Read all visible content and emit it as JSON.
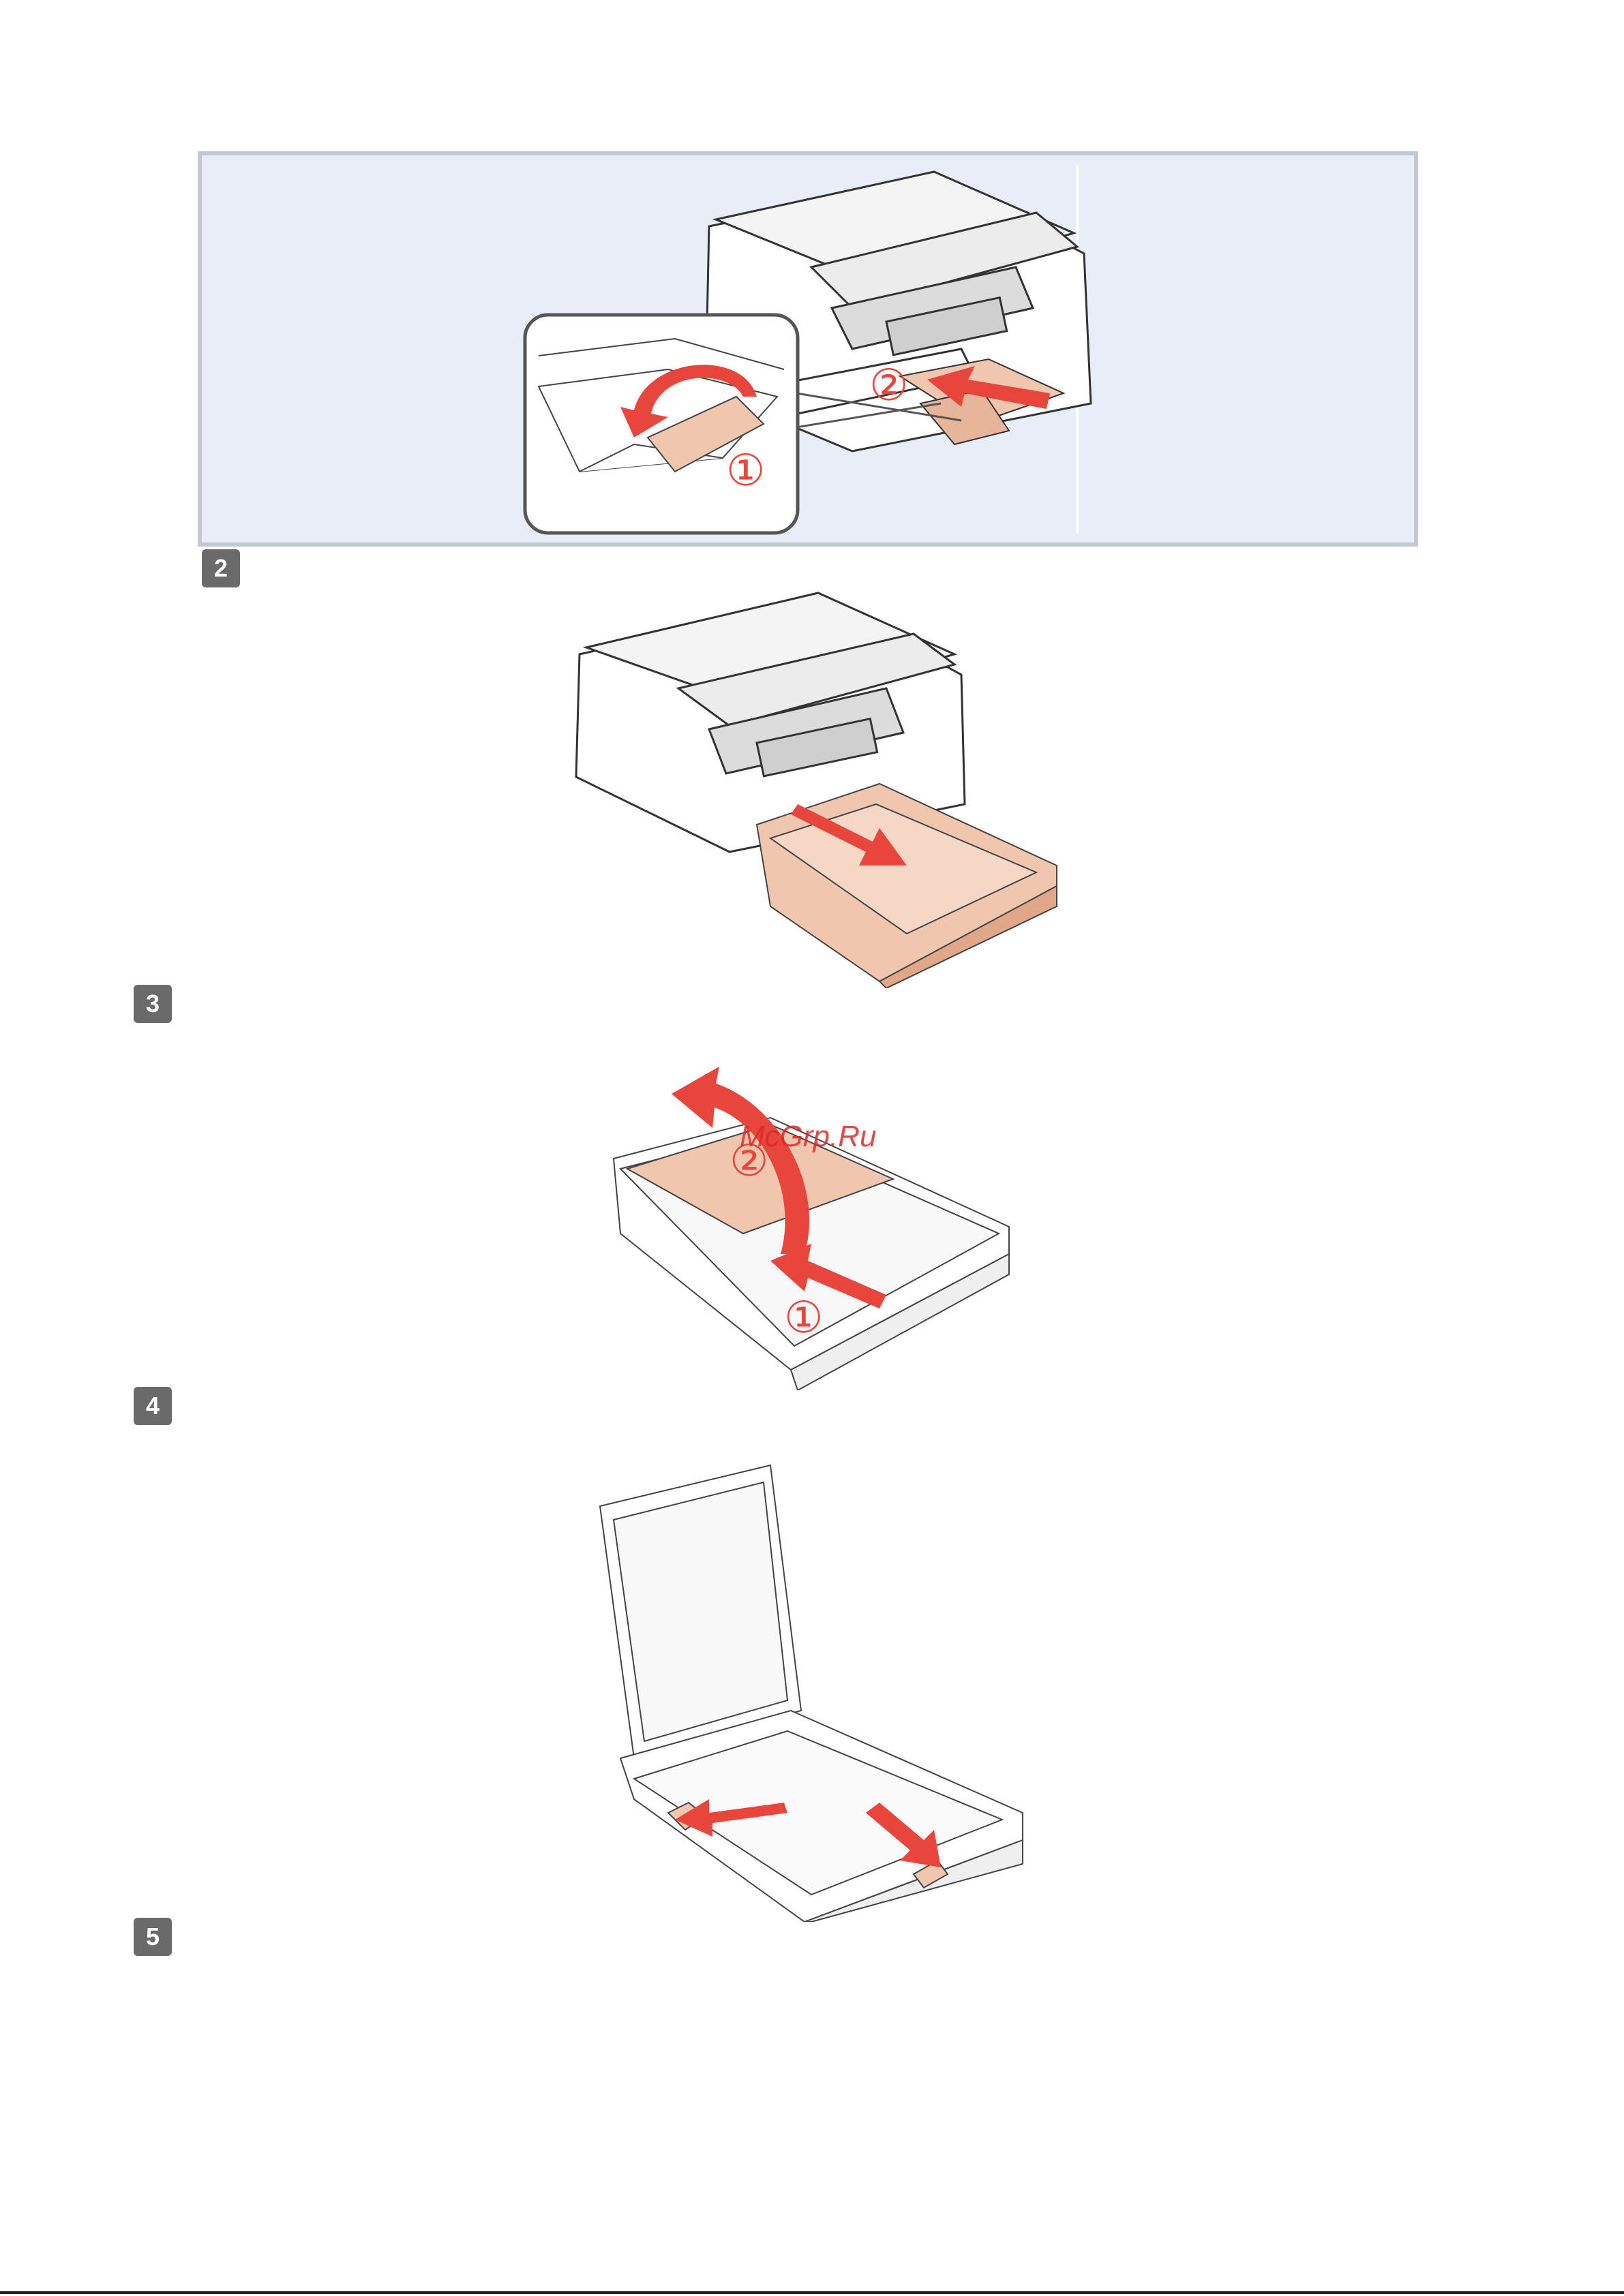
{
  "figure1": {
    "callout_1": "①",
    "callout_2": "②"
  },
  "steps": [
    {
      "number": "2"
    },
    {
      "number": "3"
    },
    {
      "number": "4"
    },
    {
      "number": "5"
    }
  ],
  "figure3": {
    "callout_1": "①",
    "callout_2": "②"
  },
  "watermark": "McGrp.Ru",
  "colors": {
    "panel_bg": "#e9edf8",
    "panel_border": "#c3c7d0",
    "tray_peach": "#f1c6ae",
    "arrow_red": "#e8453c",
    "badge_gray": "#6a6a6a"
  }
}
